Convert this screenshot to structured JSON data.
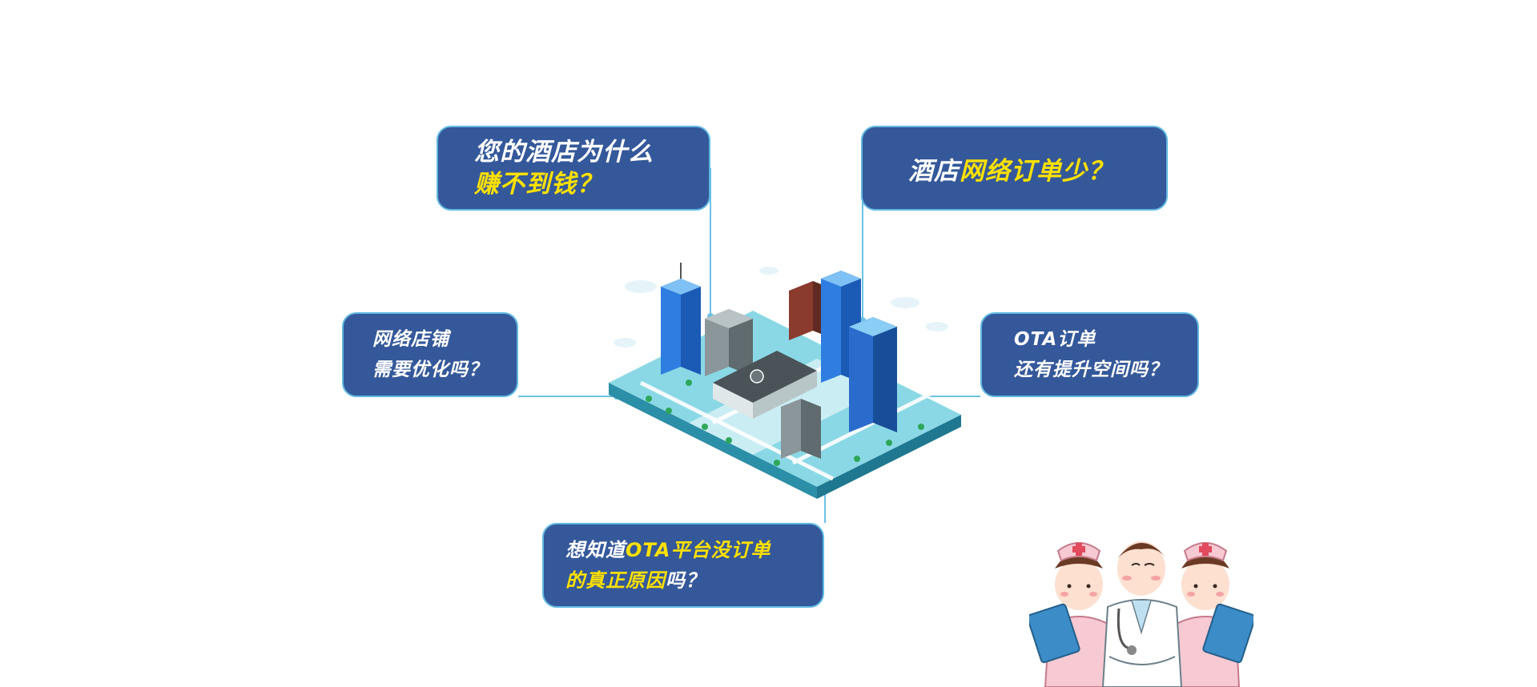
{
  "bubbles": {
    "q1": {
      "line1": "您的酒店为什么",
      "line2": "赚不到钱？"
    },
    "q2": {
      "white": "酒店",
      "yellow": "网络订单少？"
    },
    "q3": {
      "line1": "网络店铺",
      "line2": "需要优化吗？"
    },
    "q4": {
      "line1": "OTA订单",
      "line2": "还有提升空间吗？"
    },
    "q5": {
      "white1": "想知道",
      "yellow1": "OTA平台没订单",
      "yellow2": "的真正原因",
      "white2": "吗？"
    }
  },
  "colors": {
    "bubble_bg": "#34589a",
    "bubble_border": "#5fb8e2",
    "highlight": "#ffe100",
    "text": "#ffffff",
    "connector": "#6cc2e6"
  },
  "illustrations": {
    "city": "isometric-city-illustration",
    "staff": "doctor-and-nurses-illustration"
  }
}
